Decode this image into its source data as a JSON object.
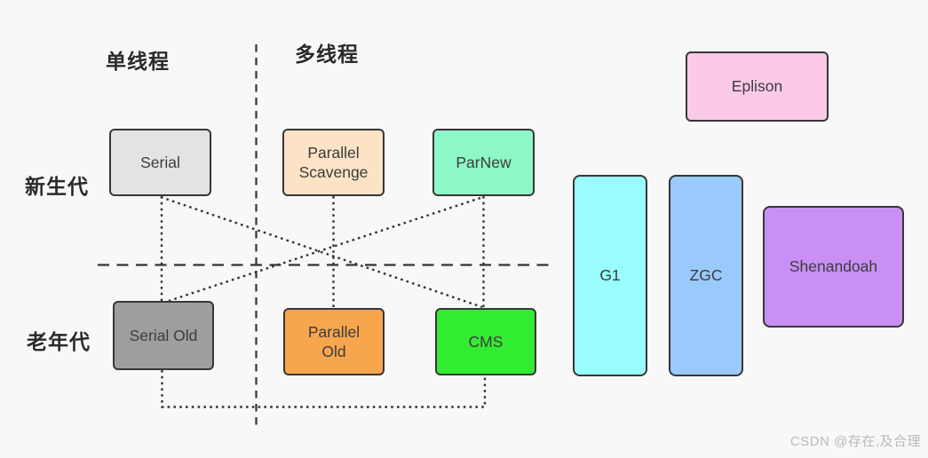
{
  "page": {
    "background": "#f8f8f8",
    "line_color": "#333333"
  },
  "headers": {
    "single_thread": "单线程",
    "multi_thread": "多线程"
  },
  "row_labels": {
    "young_generation": "新生代",
    "old_generation": "老年代"
  },
  "collectors": {
    "serial": {
      "label": "Serial",
      "fill": "#e3e3e3"
    },
    "parallel_scavenge": {
      "label": "Parallel Scavenge",
      "fill": "#fce3c6"
    },
    "parnew": {
      "label": "ParNew",
      "fill": "#8df7c8"
    },
    "eplison": {
      "label": "Eplison",
      "fill": "#fccae9"
    },
    "g1": {
      "label": "G1",
      "fill": "#99fdfe"
    },
    "zgc": {
      "label": "ZGC",
      "fill": "#9ac9fb"
    },
    "shenandoah": {
      "label": "Shenandoah",
      "fill": "#c98ff4"
    },
    "serial_old": {
      "label": "Serial Old",
      "fill": "#9e9e9e"
    },
    "parallel_old": {
      "label": "Parallel Old",
      "fill": "#f7a64d"
    },
    "cms": {
      "label": "CMS",
      "fill": "#32ec32"
    }
  },
  "watermark": "CSDN @存在,及合理"
}
